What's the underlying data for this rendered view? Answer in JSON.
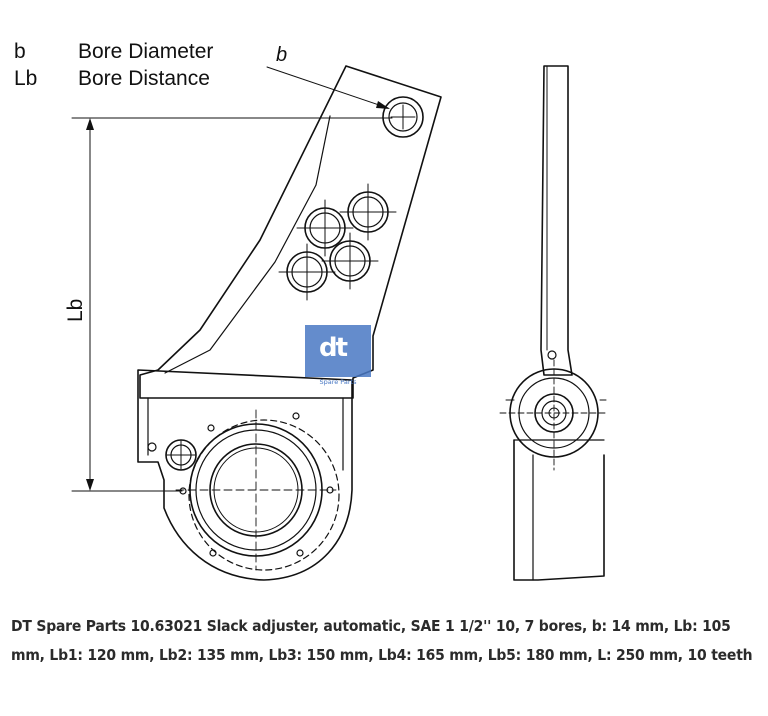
{
  "legend": [
    {
      "symbol": "b",
      "label": "Bore Diameter"
    },
    {
      "symbol": "Lb",
      "label": "Bore Distance"
    }
  ],
  "dimensions": {
    "b_label": "b",
    "lb_label": "Lb"
  },
  "logo": {
    "text": "dt",
    "subtext": "Spare Parts",
    "color": "#4a79c4"
  },
  "caption": "DT Spare Parts 10.63021 Slack adjuster, automatic, SAE 1 1/2'' 10, 7 bores, b: 14 mm, Lb: 105 mm, Lb1: 120 mm, Lb2: 135 mm, Lb3: 150 mm, Lb4: 165 mm, Lb5: 180 mm, L: 250 mm, 10 teeth"
}
